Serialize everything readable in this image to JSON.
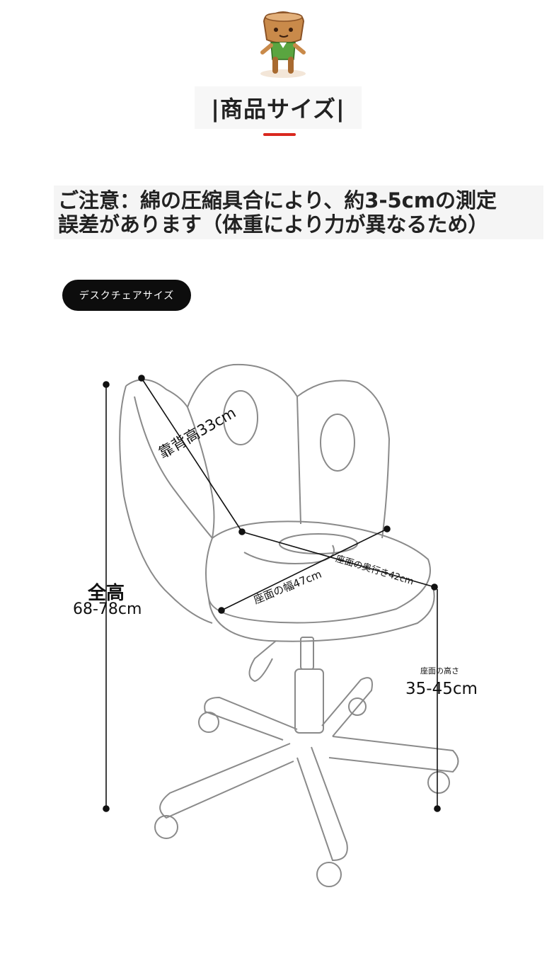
{
  "header": {
    "title": "|商品サイズ|",
    "accent_color": "#d9281f",
    "mascot_icon": "tree-stump-mascot-icon"
  },
  "notice": {
    "line1": "ご注意：綿の圧縮具合により、約3-5cmの測定",
    "line2": "誤差があります（体重により力が異なるため）"
  },
  "section": {
    "pill_label": "デスクチェアサイズ"
  },
  "dimensions": {
    "total_height_title": "全高",
    "total_height_value": "68-78cm",
    "backrest_height": "靠背高33cm",
    "seat_width": "座面の幅47cm",
    "seat_depth": "座面の奥行き42cm",
    "seat_height_title": "座面の高さ",
    "seat_height_value": "35-45cm"
  },
  "colors": {
    "line": "#111111",
    "chair_outline": "#8a8a8a",
    "pill_background": "#0d0d0d"
  }
}
